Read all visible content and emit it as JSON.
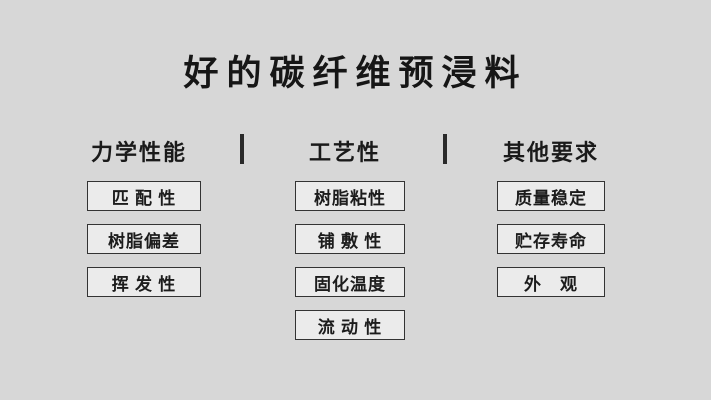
{
  "title": "好的碳纤维预浸料",
  "colors": {
    "background": "#d7d7d7",
    "box_fill": "#ebebeb",
    "box_border": "#333333",
    "text": "#1c1c1c"
  },
  "columns": [
    {
      "header": "力学性能",
      "items": [
        "匹 配 性",
        "树脂偏差",
        "挥 发 性"
      ]
    },
    {
      "header": "工艺性",
      "items": [
        "树脂粘性",
        "铺 敷 性",
        "固化温度",
        "流 动 性"
      ]
    },
    {
      "header": "其他要求",
      "items": [
        "质量稳定",
        "贮存寿命",
        "外　观"
      ]
    }
  ]
}
